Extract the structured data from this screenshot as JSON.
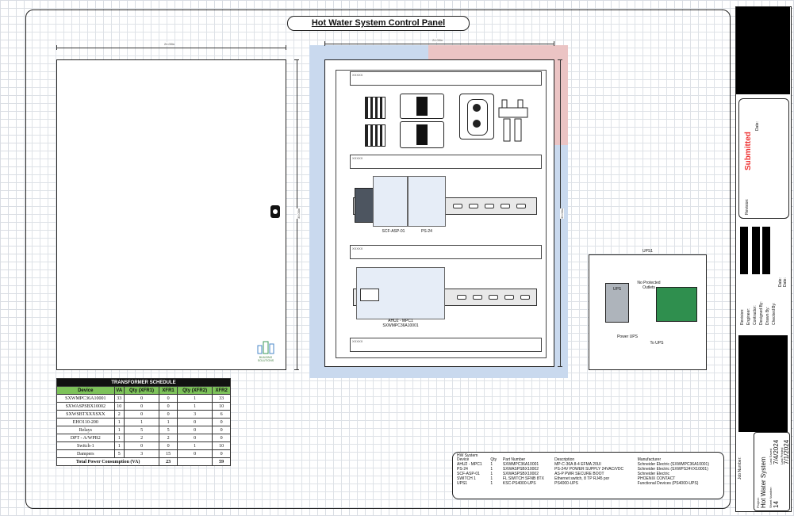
{
  "panel": {
    "title": "Hot Water System Control Panel",
    "dim_width": "24.00in",
    "dim_height": "30.00in",
    "logo_text": "BUILDING SOLUTIONS"
  },
  "components": {
    "scf_label": "SCF-ASP-01",
    "ps_label": "PS-24",
    "ahu_label_1": "AHU2 - MPC1",
    "ahu_label_2": "SXWMPC36A10001",
    "duct_label": "XXXXX"
  },
  "ups": {
    "title": "UPS1",
    "unit_label": "UPS",
    "left_caption": "Power UPS",
    "right_caption": "To UPS",
    "note": "No Protected Outlets"
  },
  "transformer": {
    "title": "TRANSFORMER SCHEDULE",
    "columns": [
      "Device",
      "VA",
      "Qty (XFR1)",
      "XFR1",
      "Qty (XFR2)",
      "XFR2"
    ],
    "rows": [
      [
        "SXWMPC36A10001",
        "33",
        "0",
        "0",
        "1",
        "33"
      ],
      [
        "SXWASPSBX10002",
        "10",
        "0",
        "0",
        "1",
        "10"
      ],
      [
        "SXWSBTXXXSXX",
        "2",
        "0",
        "0",
        "3",
        "6"
      ],
      [
        "EHO110-200",
        "1",
        "1",
        "1",
        "0",
        "0"
      ],
      [
        "Relays",
        "1",
        "5",
        "5",
        "0",
        "0"
      ],
      [
        "DPT - A/WPR2",
        "1",
        "2",
        "2",
        "0",
        "0"
      ],
      [
        "Switch-1",
        "1",
        "0",
        "0",
        "1",
        "10"
      ],
      [
        "Dampers",
        "5",
        "3",
        "15",
        "0",
        "0"
      ]
    ],
    "total_label": "Total Power Consumption (VA)",
    "total_xfr1": "23",
    "total_xfr2": "59"
  },
  "bom": {
    "heading": "HW System",
    "columns": [
      "Device",
      "Qty",
      "Part Number",
      "Description",
      "Manufacturer"
    ],
    "rows": [
      [
        "AHU2 - MPC1",
        "1",
        "SXWMPC36A10001",
        "MP-C-36A 8-4 EFMA 20UI",
        "Schneider Electric (SXWMPC36A10001)"
      ],
      [
        "PS-24",
        "1",
        "SXWASPSBX10002",
        "PS-24V POWER SUPPLY 24VAC/VDC",
        "Schneider Electric (SXWPS24VX10001)"
      ],
      [
        "SCF-ASP-01",
        "1",
        "SXWASPSBX10002",
        "AS-P PWR SECURE BOOT",
        "Schneider Electric"
      ],
      [
        "SWITCH 1",
        "1",
        "FL SWITCH SFNB 8TX",
        "Ethernet switch, 8 TP RJ45 por",
        "PHOENIX CONTACT"
      ],
      [
        "UPS1",
        "1",
        "KSC-PS4000-UPS",
        "PS4000-UPS",
        "Functional Devices (PS4000-UPS)"
      ]
    ]
  },
  "title_block": {
    "status": "Submitted",
    "revision_label": "Revision:",
    "date_label": "Date:",
    "revision_label_2": "Revision:",
    "engineer_label": "Engineer:",
    "contractor_label": "Contractor:",
    "designed_by_label": "Designed By:",
    "drawn_by_label": "Drawn By:",
    "checked_by_label": "Checked By:",
    "date_label_2": "Date:",
    "date_label_3": "Date:",
    "job_number_label": "Job Number:",
    "project_label": "Project:",
    "project_name": "Hot Water System",
    "last_saved_label": "Last Saved",
    "last_saved": "7/4/2024",
    "last_printed_label": "Last Printed",
    "last_printed": "7/1/2024",
    "sheet_number_label": "Sheet Number:",
    "sheet_number": "14"
  }
}
